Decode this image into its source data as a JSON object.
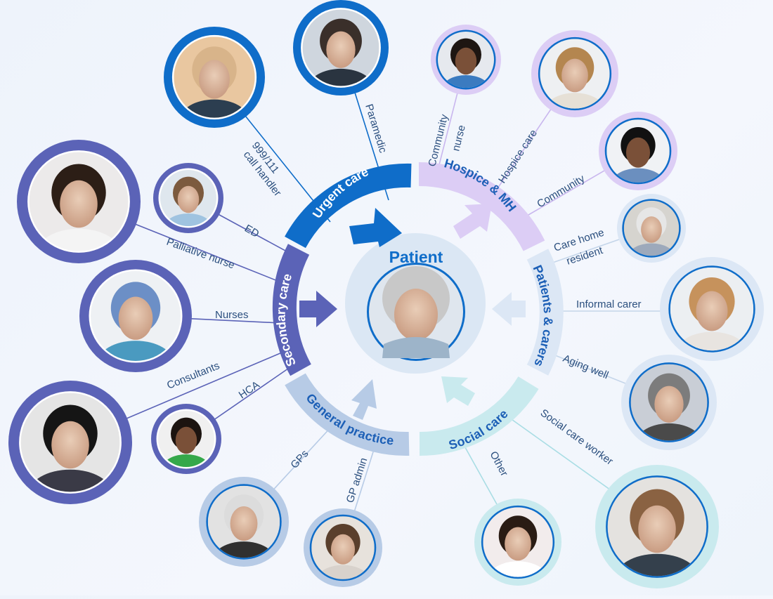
{
  "center": {
    "title": "Patient"
  },
  "colors": {
    "urgent": "#0f6dc9",
    "hospice": "#dccdf5",
    "hospice_text": "#1c5fb6",
    "patients": "#dce7f5",
    "social": "#c9eaee",
    "general": "#b7cbe6",
    "secondary": "#5b63b7",
    "center_ring": "#dbe7f4"
  },
  "segments": {
    "urgent": "Urgent care",
    "hospice": "Hospice & MH",
    "patients": "Patients & carers",
    "social": "Social care",
    "general": "General practice",
    "secondary": "Secondary care"
  },
  "people": {
    "call_handler": {
      "label1": "999/111",
      "label2": "call handler",
      "icon": "person-photo"
    },
    "paramedic": {
      "label": "Paramedic",
      "icon": "person-photo"
    },
    "community_nurse": {
      "label1": "Community",
      "label2": "nurse",
      "icon": "person-photo"
    },
    "hospice_care": {
      "label": "Hospice care",
      "icon": "person-photo"
    },
    "community": {
      "label": "Community",
      "icon": "person-photo"
    },
    "care_home": {
      "label1": "Care home",
      "label2": "resident",
      "icon": "person-photo"
    },
    "informal_carer": {
      "label": "Informal carer",
      "icon": "person-photo"
    },
    "aging_well": {
      "label": "Aging well",
      "icon": "person-photo"
    },
    "social_care_worker": {
      "label": "Social care worker",
      "icon": "person-photo"
    },
    "other": {
      "label": "Other",
      "icon": "person-photo"
    },
    "gp_admin": {
      "label": "GP admin",
      "icon": "person-photo"
    },
    "gps": {
      "label": "GPs",
      "icon": "person-photo"
    },
    "hca": {
      "label": "HCA",
      "icon": "person-photo"
    },
    "consultants": {
      "label": "Consultants",
      "icon": "person-photo"
    },
    "nurses": {
      "label": "Nurses",
      "icon": "person-photo"
    },
    "palliative_nurse": {
      "label": "Palliative nurse",
      "icon": "person-photo"
    },
    "ed": {
      "label": "ED",
      "icon": "person-photo"
    }
  }
}
